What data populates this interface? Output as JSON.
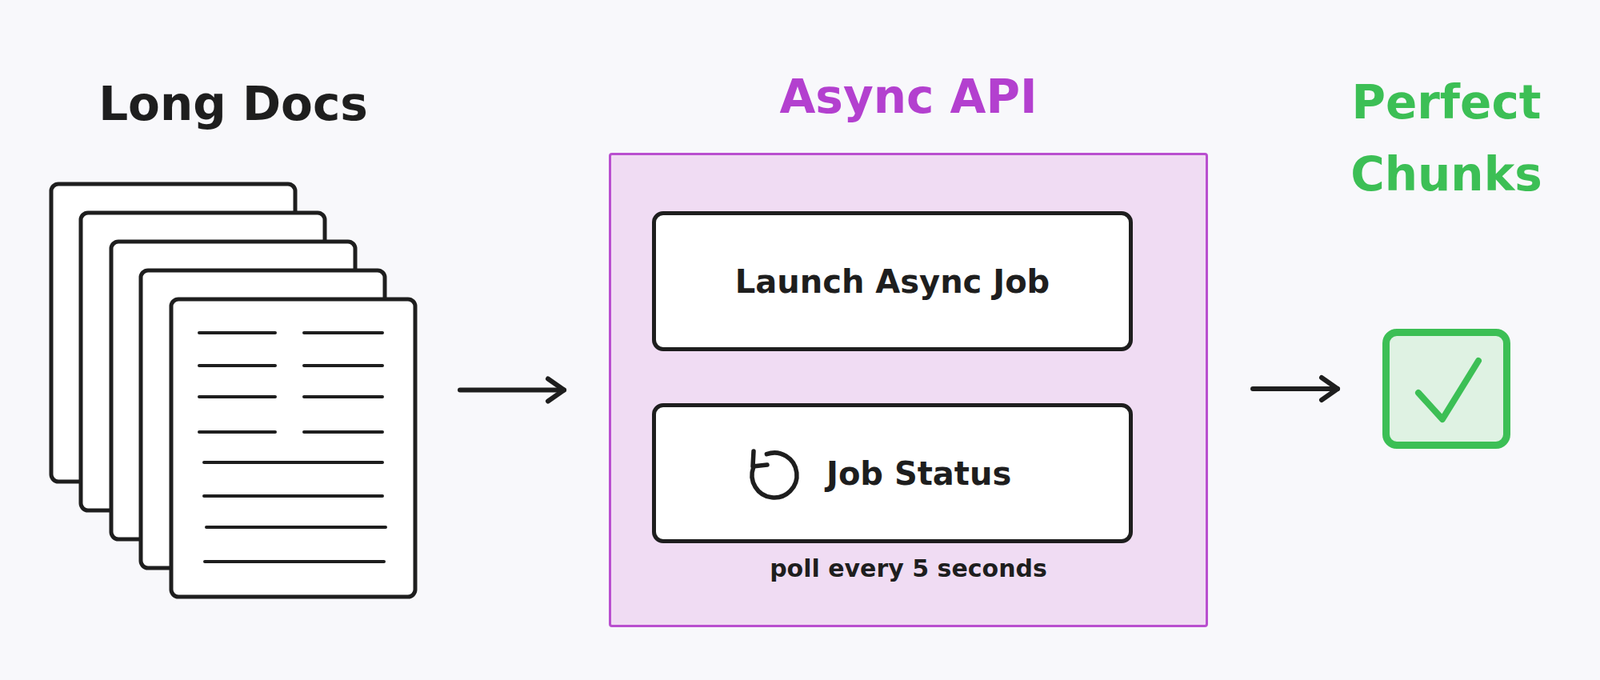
{
  "diagram": {
    "nodes": [
      {
        "text": [
          "Long Docs"
        ]
      },
      {
        "text": [
          "Async API",
          "poll every 5 seconds"
        ]
      },
      {
        "text": [
          "Launch Async Job"
        ],
        "in": 1
      },
      {
        "text": [
          "Job Status"
        ],
        "in": 1
      },
      {
        "text": [
          "Perfect Chunks"
        ]
      }
    ],
    "edges": [
      {
        "from": 0,
        "to": 1,
        "arrow": "to"
      },
      {
        "from": 1,
        "to": 4,
        "arrow": "to"
      }
    ]
  }
}
